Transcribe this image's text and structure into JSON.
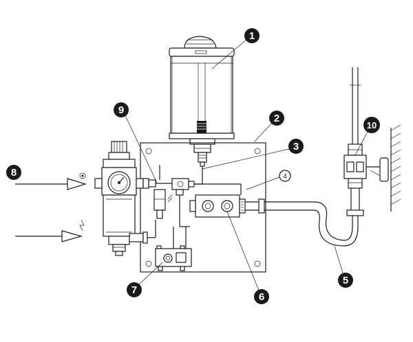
{
  "callouts": [
    {
      "id": "c1",
      "label": "1",
      "style": "filled"
    },
    {
      "id": "c2",
      "label": "2",
      "style": "filled"
    },
    {
      "id": "c3",
      "label": "3",
      "style": "filled"
    },
    {
      "id": "c4",
      "label": "4",
      "style": "outline"
    },
    {
      "id": "c5",
      "label": "5",
      "style": "filled"
    },
    {
      "id": "c6",
      "label": "6",
      "style": "filled"
    },
    {
      "id": "c7",
      "label": "7",
      "style": "filled"
    },
    {
      "id": "c8",
      "label": "8",
      "style": "filled"
    },
    {
      "id": "c9",
      "label": "9",
      "style": "filled"
    },
    {
      "id": "c10",
      "label": "10",
      "style": "filled"
    }
  ],
  "colors": {
    "line": "#1a1a1a",
    "background": "#ffffff"
  }
}
